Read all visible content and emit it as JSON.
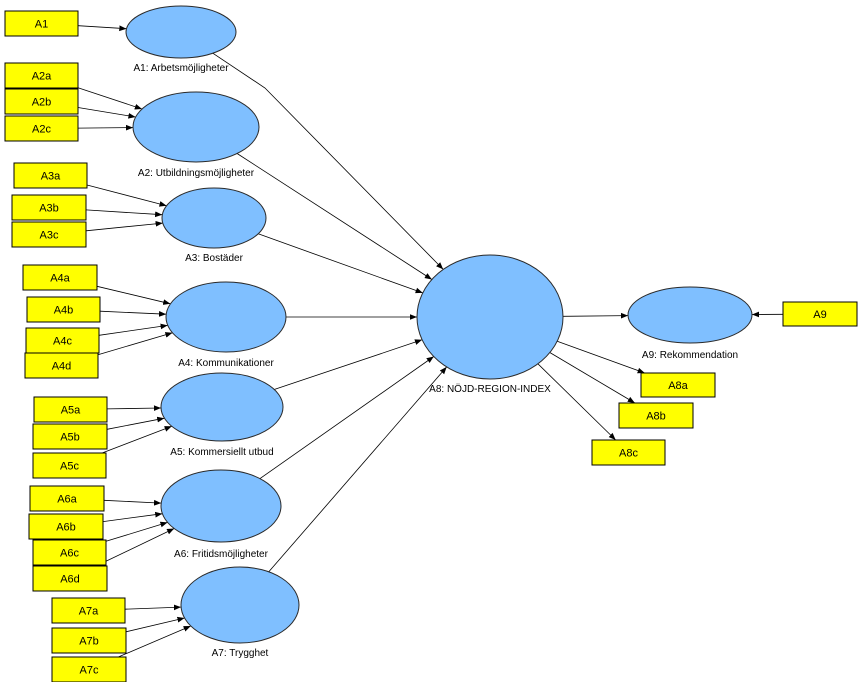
{
  "colors": {
    "construct_fill": "#7fbfff",
    "indicator_fill": "#ffff00",
    "stroke": "#000000"
  },
  "constructs": [
    {
      "id": "A1",
      "label": "A1: Arbetsmöjligheter"
    },
    {
      "id": "A2",
      "label": "A2: Utbildningsmöjligheter"
    },
    {
      "id": "A3",
      "label": "A3: Bostäder"
    },
    {
      "id": "A4",
      "label": "A4: Kommunikationer"
    },
    {
      "id": "A5",
      "label": "A5: Kommersiellt utbud"
    },
    {
      "id": "A6",
      "label": "A6: Fritidsmöjligheter"
    },
    {
      "id": "A7",
      "label": "A7: Trygghet"
    },
    {
      "id": "A8",
      "label": "A8: NÖJD-REGION-INDEX"
    },
    {
      "id": "A9",
      "label": "A9: Rekommendation"
    }
  ],
  "indicators": [
    {
      "label": "A1",
      "construct": "A1"
    },
    {
      "label": "A2a",
      "construct": "A2"
    },
    {
      "label": "A2b",
      "construct": "A2"
    },
    {
      "label": "A2c",
      "construct": "A2"
    },
    {
      "label": "A3a",
      "construct": "A3"
    },
    {
      "label": "A3b",
      "construct": "A3"
    },
    {
      "label": "A3c",
      "construct": "A3"
    },
    {
      "label": "A4a",
      "construct": "A4"
    },
    {
      "label": "A4b",
      "construct": "A4"
    },
    {
      "label": "A4c",
      "construct": "A4"
    },
    {
      "label": "A4d",
      "construct": "A4"
    },
    {
      "label": "A5a",
      "construct": "A5"
    },
    {
      "label": "A5b",
      "construct": "A5"
    },
    {
      "label": "A5c",
      "construct": "A5"
    },
    {
      "label": "A6a",
      "construct": "A6"
    },
    {
      "label": "A6b",
      "construct": "A6"
    },
    {
      "label": "A6c",
      "construct": "A6"
    },
    {
      "label": "A6d",
      "construct": "A6"
    },
    {
      "label": "A7a",
      "construct": "A7"
    },
    {
      "label": "A7b",
      "construct": "A7"
    },
    {
      "label": "A7c",
      "construct": "A7"
    },
    {
      "label": "A8a",
      "construct": "A8"
    },
    {
      "label": "A8b",
      "construct": "A8"
    },
    {
      "label": "A8c",
      "construct": "A8"
    },
    {
      "label": "A9",
      "construct": "A9"
    }
  ],
  "paths": [
    {
      "from": "A1",
      "to": "A8"
    },
    {
      "from": "A2",
      "to": "A8"
    },
    {
      "from": "A3",
      "to": "A8"
    },
    {
      "from": "A4",
      "to": "A8"
    },
    {
      "from": "A5",
      "to": "A8"
    },
    {
      "from": "A6",
      "to": "A8"
    },
    {
      "from": "A7",
      "to": "A8"
    },
    {
      "from": "A8",
      "to": "A9"
    }
  ]
}
